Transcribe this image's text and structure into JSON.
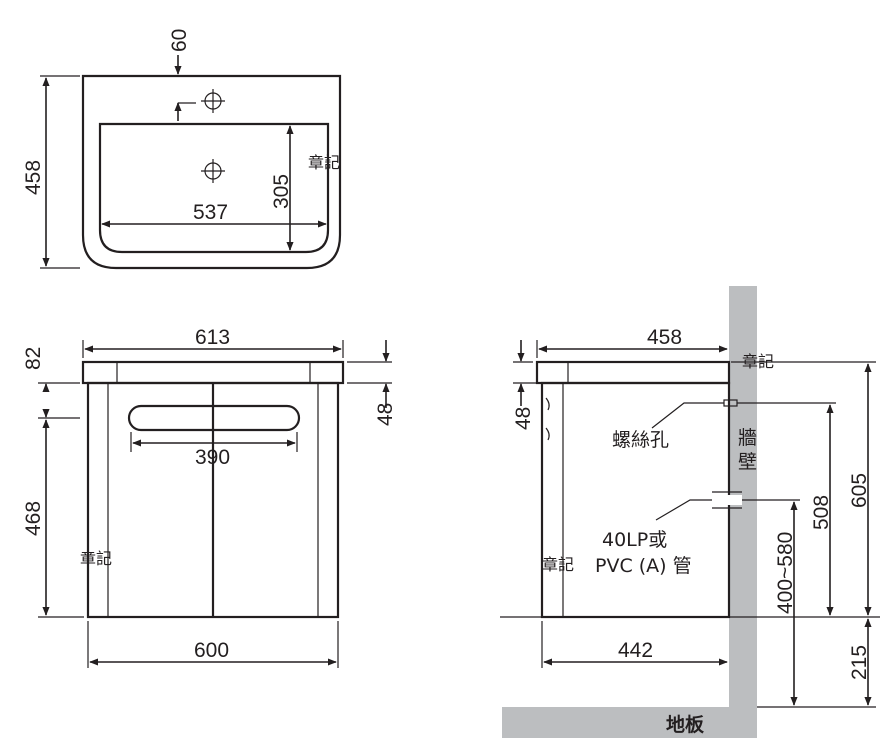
{
  "basin_top": {
    "dim_60": "60",
    "dim_458": "458",
    "dim_305": "305",
    "dim_537": "537",
    "mark": "章記"
  },
  "front_view": {
    "dim_613": "613",
    "dim_82": "82",
    "dim_48": "48",
    "dim_468": "468",
    "dim_390": "390",
    "dim_600": "600",
    "mark": "章記"
  },
  "side_view": {
    "dim_458": "458",
    "dim_48": "48",
    "dim_605": "605",
    "dim_508": "508",
    "dim_400_580": "400~580",
    "dim_442": "442",
    "dim_215": "215",
    "mark_top": "章記",
    "mark_left": "章記",
    "label_screw_hole": "螺絲孔",
    "label_wall_1": "牆",
    "label_wall_2": "壁",
    "label_pipe_1": "40LP或",
    "label_pipe_2": "PVC (A) 管",
    "label_floor": "地板"
  }
}
